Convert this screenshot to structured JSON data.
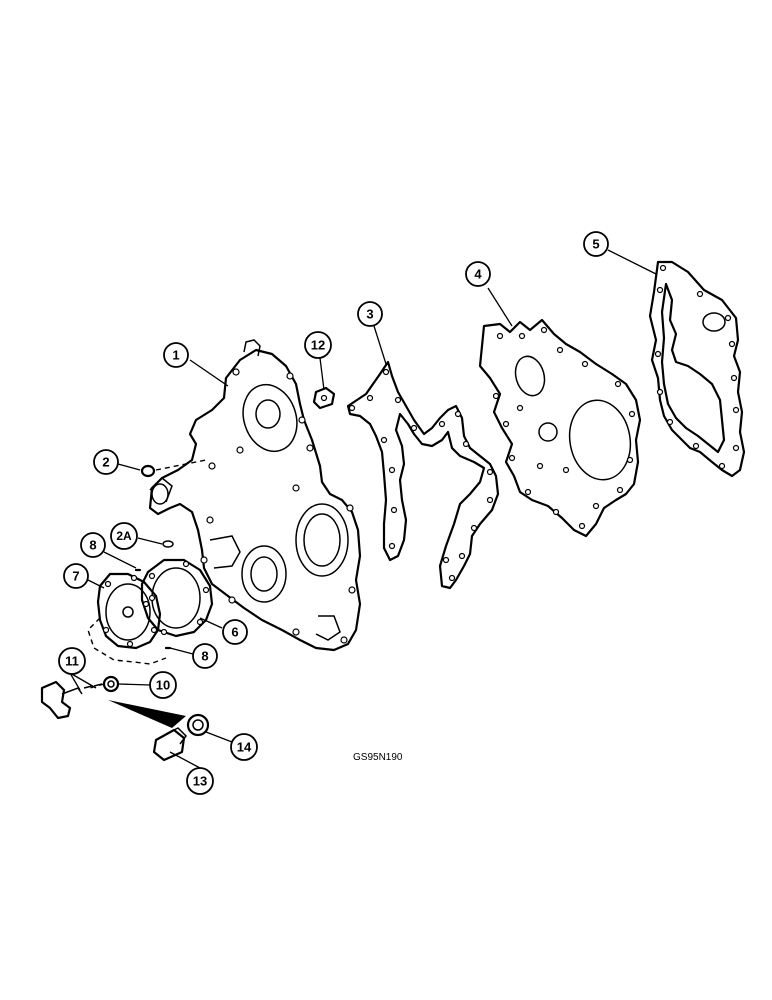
{
  "diagram": {
    "reference_code": "GS95N190",
    "callouts": [
      {
        "id": "c1",
        "label": "1"
      },
      {
        "id": "c2",
        "label": "2"
      },
      {
        "id": "c2a",
        "label": "2A"
      },
      {
        "id": "c3",
        "label": "3"
      },
      {
        "id": "c4",
        "label": "4"
      },
      {
        "id": "c5",
        "label": "5"
      },
      {
        "id": "c6",
        "label": "6"
      },
      {
        "id": "c7",
        "label": "7"
      },
      {
        "id": "c8a",
        "label": "8"
      },
      {
        "id": "c8b",
        "label": "8"
      },
      {
        "id": "c10",
        "label": "10"
      },
      {
        "id": "c11",
        "label": "11"
      },
      {
        "id": "c12",
        "label": "12"
      },
      {
        "id": "c13",
        "label": "13"
      },
      {
        "id": "c14",
        "label": "14"
      }
    ]
  }
}
